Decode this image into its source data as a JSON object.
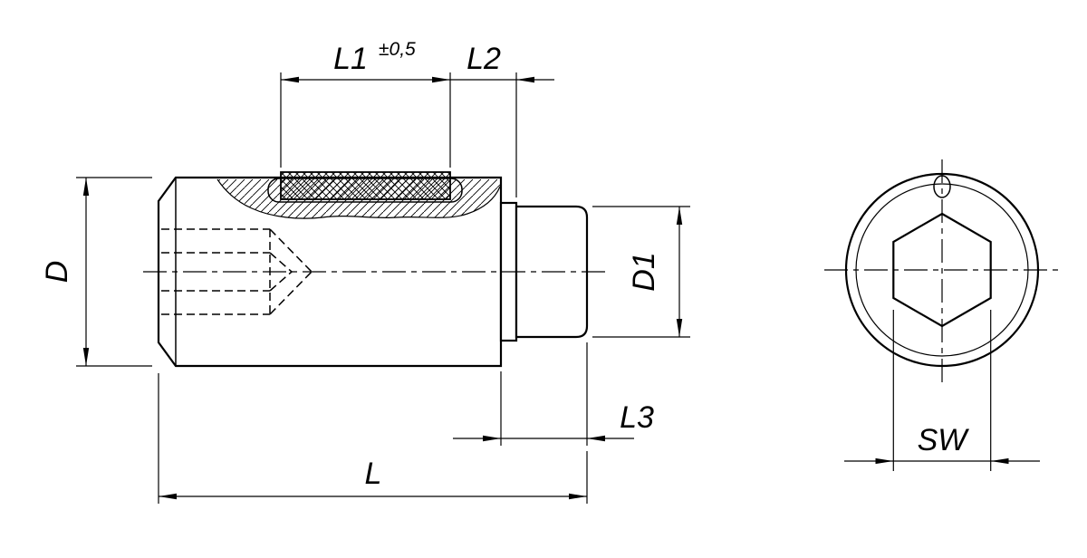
{
  "page": {
    "background": "#ffffff",
    "line_color": "#000000"
  },
  "drawing": {
    "side_view": {
      "dim_d": "D",
      "dim_l1": "L1",
      "dim_l1_tol": "±0,5",
      "dim_l2": "L2",
      "dim_d1": "D1",
      "dim_l3": "L3",
      "dim_l": "L"
    },
    "end_view": {
      "dim_sw": "SW"
    }
  }
}
